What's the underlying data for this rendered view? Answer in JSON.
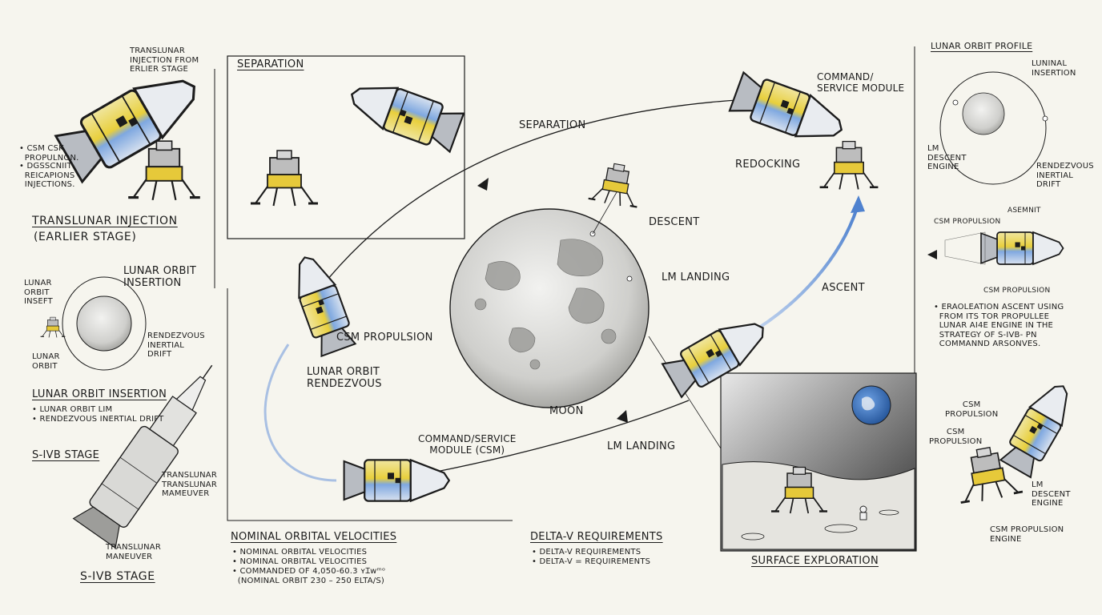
{
  "top_left": {
    "callout": "TRANSLUNAR\nINJECTION FROM\nERLIER STAGE",
    "notes": [
      "• CSM CSK\n  PROPULNON.",
      "• DGSSCNIIT\n  REICAPIONS\n  INJECTIONS."
    ],
    "title": "TRANSLUNAR INJECTION",
    "subtitle": "(EARLIER STAGE)"
  },
  "loi_small": {
    "lunar_orbit_insertion": "LUNAR ORBIT\nINSERTION",
    "lunar_orbit_inseft": "LUNAR\nORBIT\nINSEFT",
    "rendezvous": "RENDEZVOUS\nINERTIAL\nDRIFT",
    "lunar_orbit": "LUNAR\nORBIT",
    "title": "LUNAR ORBIT INSERTION",
    "bullets": [
      "• LUNAR ORBIT LIM",
      "• RENDEZVOUS INERTIAL DRIFT"
    ]
  },
  "sivb": {
    "title": "S-IVB STAGE",
    "translunar_label": "TRANSLUNAR\nTRANSLUNAR\nMAMEUVER",
    "maneuver_label": "TRANSLUNAR\nMANEUVER",
    "bottom_title": "S-IVB STAGE"
  },
  "separation_box": {
    "title": "SEPARATION"
  },
  "center": {
    "separation": "SEPARATION",
    "csm_propulsion": "CSM PROPULSION",
    "lor": "LUNAR ORBIT\nRENDEZVOUS",
    "moon": "MOON",
    "descent": "DESCENT",
    "lm_landing_moon": "LM LANDING",
    "csm_bottom": "COMMAND/SERVICE\nMODULE (CSM)",
    "lm_landing": "LM LANDING",
    "ascent": "ASCENT",
    "csm_top": "COMMAND/\nSERVICE MODULE",
    "redocking": "REDOCKING"
  },
  "velocities": {
    "title": "NOMINAL ORBITAL VELOCITIES",
    "bullets": [
      "• NOMINAL ORBITAL VELOCITIES",
      "• NOMINAL ORBITAL VELOCITIES",
      "• COMMANDED OF 4,050-60.3 ʏɪᴡᵐᵒ",
      "  (NOMINAL ORBIT 230 – 250 ELTA/s)"
    ]
  },
  "delta_v": {
    "title": "DELTA-V REQUIREMENTS",
    "bullets": [
      "• DELTA-V REQUIREMENTS",
      "• DELTA-V = REQUIREMENTS"
    ]
  },
  "surface": {
    "title": "SURFACE EXPLORATION"
  },
  "right": {
    "profile_title": "LUNAR ORBIT PROFILE",
    "luninal": "LUNINAL\nINSERTION",
    "lm_descent_engine": "LM\nDESCENT\nENGINE",
    "rendezvous": "RENDEZVOUS\nINERTIAL\nDRIFT",
    "asemnit": "ASEMNIT",
    "csm_propulsion": "CSM PROPULSION",
    "csm_propulsion_2": "CSM PROPULSION",
    "note": "• ERAOLEATION ASCENT USING\n  FROM ITS TOR PROPULLEE\n  LUNAR AI4E ENGINE IN THE\n  STRATEGY OF S-IVB- PN\n  COMMANND ARSONVES.",
    "csm_prop_a": "CSM\nPROPULSION",
    "csm_prop_b": "CSM\nPROPULSION",
    "lm_descent": "LM\nDESCENT\nENGINE",
    "csm_prop_engine": "CSM PROPULSION\nENGINE"
  },
  "colors": {
    "ink": "#1c1c1c",
    "yellow": "#e6c93a",
    "blue": "#5f8fd6",
    "paper": "#f6f5ee",
    "earth": "#3a6fb5"
  }
}
